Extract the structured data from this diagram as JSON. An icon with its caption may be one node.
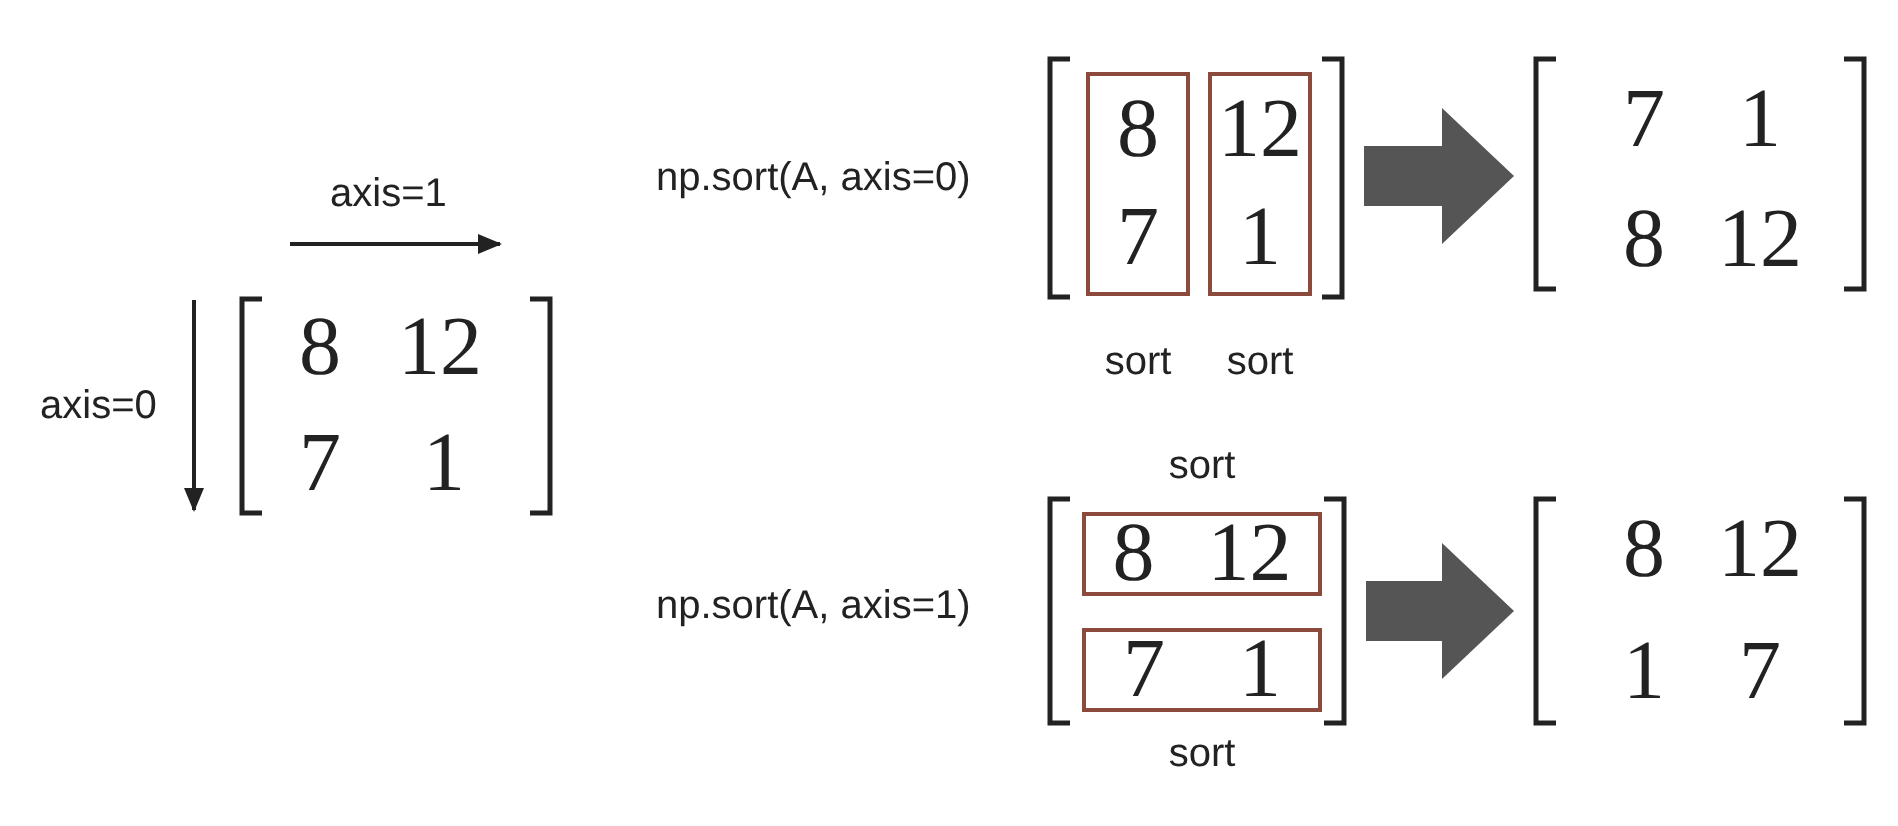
{
  "diagram": {
    "nodes": [
      {
        "text": [
          "8",
          "12",
          "7",
          "1"
        ]
      },
      {
        "text": [],
        "shape": "bracket",
        "beside": [
          "np.sort(A, axis=0)"
        ]
      },
      {
        "text": [
          "8",
          "7"
        ],
        "in": 1,
        "beside": [
          "sort"
        ]
      },
      {
        "text": [
          "12",
          "1"
        ],
        "in": 1,
        "beside": [
          "sort"
        ]
      },
      {
        "text": [
          "7",
          "1",
          "8",
          "12"
        ]
      },
      {
        "text": [],
        "shape": "bracket",
        "beside": [
          "np.sort(A, axis=1)"
        ]
      },
      {
        "text": [
          "8",
          "12"
        ],
        "in": 5,
        "beside": [
          "sort"
        ]
      },
      {
        "text": [
          "7",
          "1"
        ],
        "in": 5,
        "beside": [
          "sort"
        ]
      },
      {
        "text": [
          "8",
          "12",
          "1",
          "7"
        ]
      }
    ],
    "edges": [
      {
        "from": 1,
        "to": 4,
        "arrow": "to"
      },
      {
        "from": 5,
        "to": 8,
        "arrow": "to"
      }
    ],
    "labels": [
      "axis=1",
      "axis=0"
    ]
  }
}
